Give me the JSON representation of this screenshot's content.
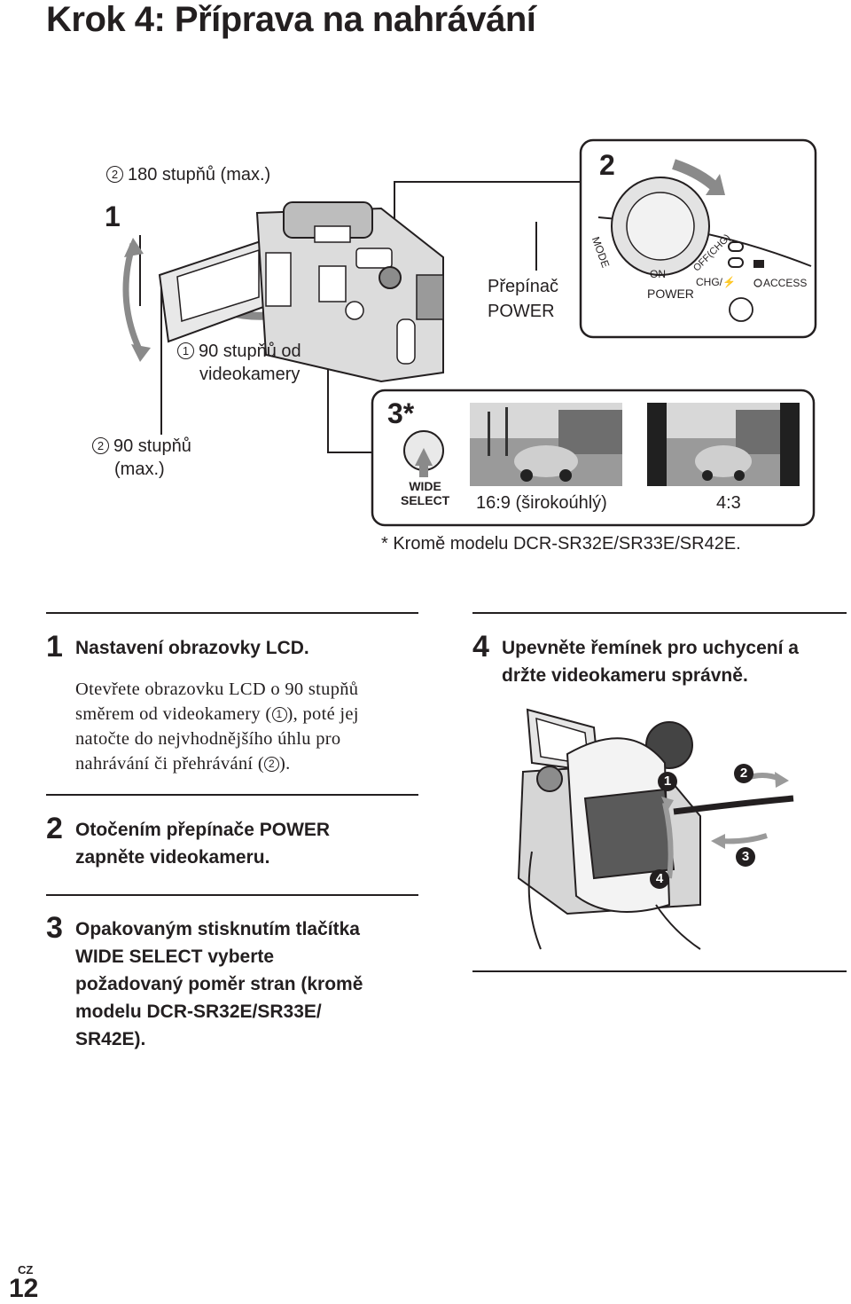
{
  "page_title": "Krok 4: Příprava na nahrávání",
  "figure": {
    "label_step1": "1",
    "label_step2": "2",
    "label_step3": "3*",
    "circ_1": "1",
    "circ_2": "2",
    "angle_180": "180 stupňů (max.)",
    "angle_90_from_line1": "90 stupňů od",
    "angle_90_from_line2": "videokamery",
    "angle_90_max_line1": "90 stupňů",
    "angle_90_max_line2": "(max.)",
    "switch_label_line1": "Přepínač",
    "switch_label_line2": "POWER",
    "dial_mode": "MODE",
    "dial_on": "ON",
    "dial_off": "OFF(CHG)",
    "dial_power": "POWER",
    "dial_chg": "CHG/⚡",
    "dial_access": "ACCESS",
    "wide_line1": "WIDE",
    "wide_line2": "SELECT",
    "ratio_wide": "16:9 (širokoúhlý)",
    "ratio_43": "4:3",
    "footnote": "* Kromě modelu DCR-SR32E/SR33E/SR42E.",
    "hand_marks": [
      "1",
      "2",
      "3",
      "4"
    ]
  },
  "steps": [
    {
      "number": "1",
      "title": "Nastavení obrazovky LCD.",
      "body_lines": [
        "Otevřete obrazovku LCD o 90 stupňů",
        "směrem od videokamery (",
        "), poté jej",
        "natočte do nejvhodnějšího úhlu pro",
        "nahrávání či přehrávání (",
        ")."
      ]
    },
    {
      "number": "2",
      "title_lines": [
        "Otočením přepínače POWER",
        "zapněte videokameru."
      ]
    },
    {
      "number": "3",
      "title_lines": [
        "Opakovaným stisknutím tlačítka",
        "WIDE SELECT vyberte",
        "požadovaný poměr stran (kromě",
        "modelu DCR-SR32E/SR33E/",
        "SR42E)."
      ]
    },
    {
      "number": "4",
      "title_lines": [
        "Upevněte řemínek pro uchycení a",
        "držte videokameru správně."
      ]
    }
  ],
  "footer": {
    "lang": "CZ",
    "page": "12"
  }
}
